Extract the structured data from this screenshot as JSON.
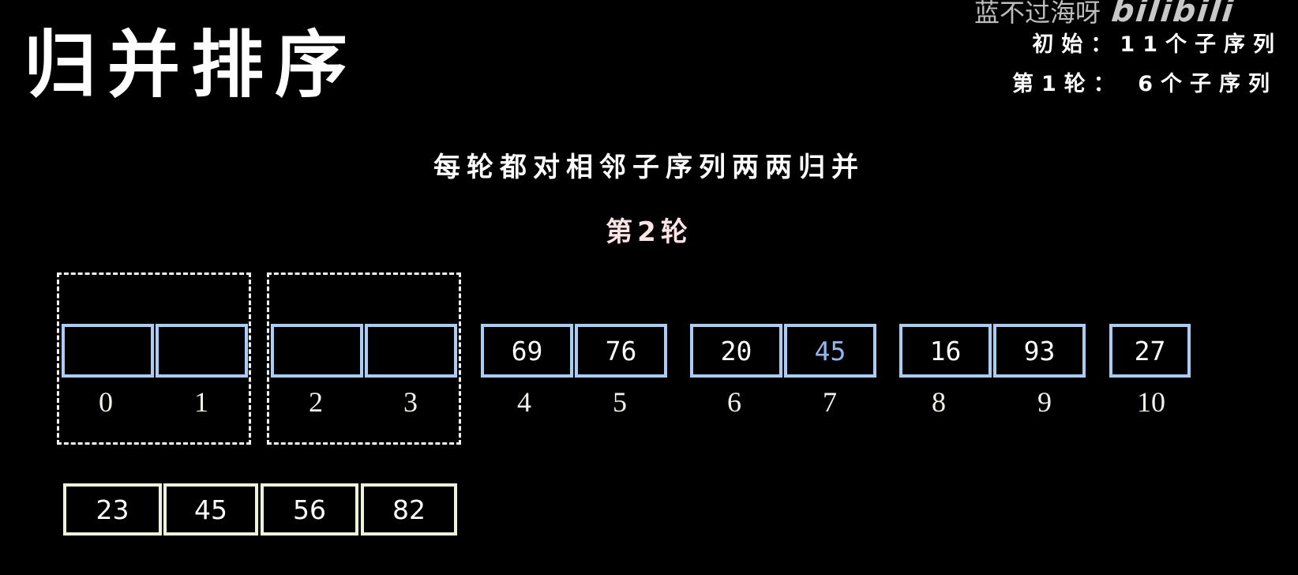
{
  "title": "归并排序",
  "watermark": {
    "author": "蓝不过海呀",
    "logo": "bilibili"
  },
  "status": {
    "initial": "初始：11个子序列",
    "round1": "第1轮： 6个子序列"
  },
  "subtitle": "每轮都对相邻子序列两两归并",
  "round_label": "第2轮",
  "colors": {
    "background": "#000000",
    "cell_border": "#a9cdf4",
    "merged_border": "#eef3dc",
    "highlight_text": "#8fb9ee",
    "round_label": "#fde3e3",
    "dash_box": "#f2f2f2"
  },
  "array": {
    "cells": [
      {
        "index": "0",
        "value": ""
      },
      {
        "index": "1",
        "value": ""
      },
      {
        "index": "2",
        "value": ""
      },
      {
        "index": "3",
        "value": ""
      },
      {
        "index": "4",
        "value": "69"
      },
      {
        "index": "5",
        "value": "76"
      },
      {
        "index": "6",
        "value": "20"
      },
      {
        "index": "7",
        "value": "45",
        "highlight": true
      },
      {
        "index": "8",
        "value": "16"
      },
      {
        "index": "9",
        "value": "93"
      },
      {
        "index": "10",
        "value": "27"
      }
    ],
    "dashed_groups": [
      [
        0,
        1
      ],
      [
        2,
        3
      ]
    ]
  },
  "merged_sequence": [
    "23",
    "45",
    "56",
    "82"
  ]
}
